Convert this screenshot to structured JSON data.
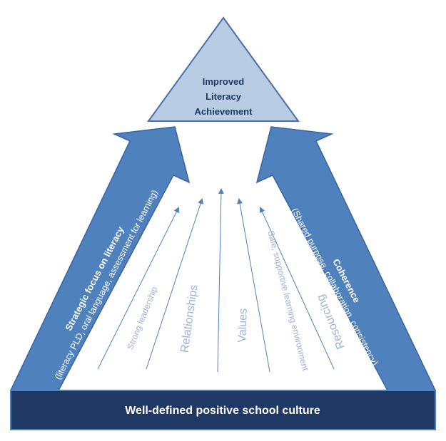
{
  "apex": {
    "line1": "Improved",
    "line2": "Literacy",
    "line3": "Achievement"
  },
  "left_arrow": {
    "title": "Strategic focus on literacy",
    "subtitle": "(literacy PLD, oral language, assessment for learning)"
  },
  "right_arrow": {
    "title": "Coherence",
    "subtitle": "(Shared purpose, collaboration,  consistency)"
  },
  "factors": {
    "strong_leadership": "Strong leadership",
    "relationships": "Relationships",
    "values": "Values",
    "safe_environment": "Safe, supportive learning environment",
    "resourcing": "Resourcing"
  },
  "base": {
    "label": "Well-defined positive school culture"
  },
  "colors": {
    "apex_fill": "#b8cce4",
    "apex_stroke": "#4a6fa5",
    "arrow_fill": "#4f81bd",
    "arrow_stroke": "#3a64a0",
    "base_fill": "#1f3864",
    "base_stroke": "#4f81bd",
    "thin_arrow": "#4f81bd",
    "factor_text": "#9db3d6"
  }
}
